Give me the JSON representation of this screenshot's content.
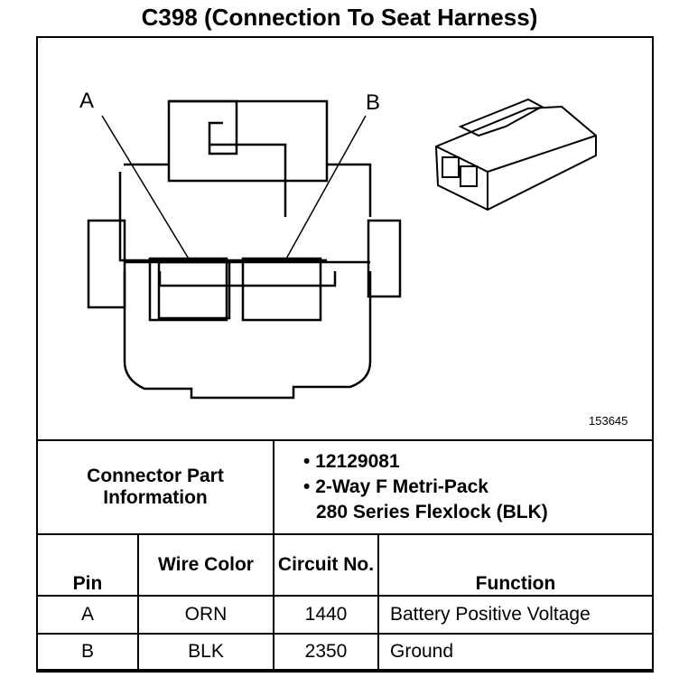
{
  "title": "C398 (Connection To Seat Harness)",
  "figure": {
    "label_a": "A",
    "label_b": "B",
    "figure_number": "153645"
  },
  "connector_info": {
    "label": "Connector Part Information",
    "items": [
      "12129081",
      "2-Way F Metri-Pack",
      "280 Series Flexlock (BLK)"
    ]
  },
  "table": {
    "headers": {
      "pin": "Pin",
      "wire_color": "Wire Color",
      "circuit": "Circuit No.",
      "function": "Function"
    },
    "rows": [
      {
        "pin": "A",
        "color": "ORN",
        "circuit": "1440",
        "function": "Battery Positive Voltage"
      },
      {
        "pin": "B",
        "color": "BLK",
        "circuit": "2350",
        "function": "Ground"
      }
    ]
  }
}
